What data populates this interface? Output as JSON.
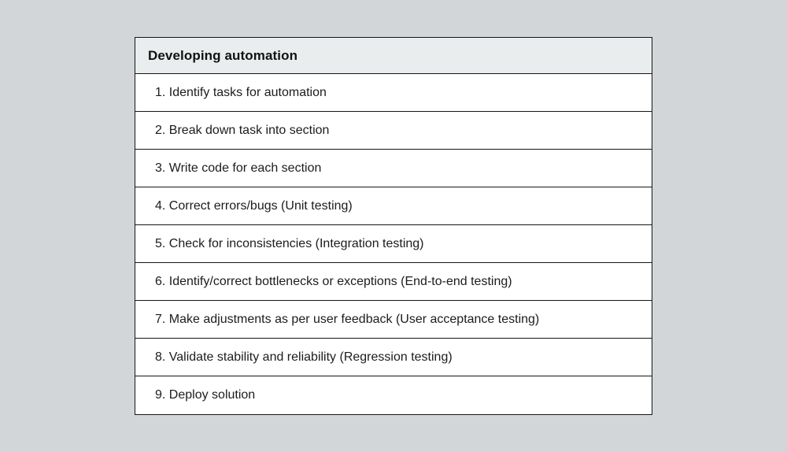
{
  "table": {
    "title": "Developing automation",
    "steps": [
      "1. Identify tasks for automation",
      "2. Break down task into section",
      "3. Write code for each section",
      "4. Correct errors/bugs (Unit testing)",
      "5. Check for inconsistencies (Integration testing)",
      "6. Identify/correct bottlenecks or exceptions (End-to-end testing)",
      "7. Make adjustments as per user feedback (User acceptance testing)",
      "8. Validate stability and reliability (Regression testing)",
      "9. Deploy solution"
    ]
  },
  "colors": {
    "page_background": "#d2d6d9",
    "header_background": "#e9edee",
    "row_background": "#ffffff",
    "border": "#161616",
    "text": "#1c1c1c"
  }
}
